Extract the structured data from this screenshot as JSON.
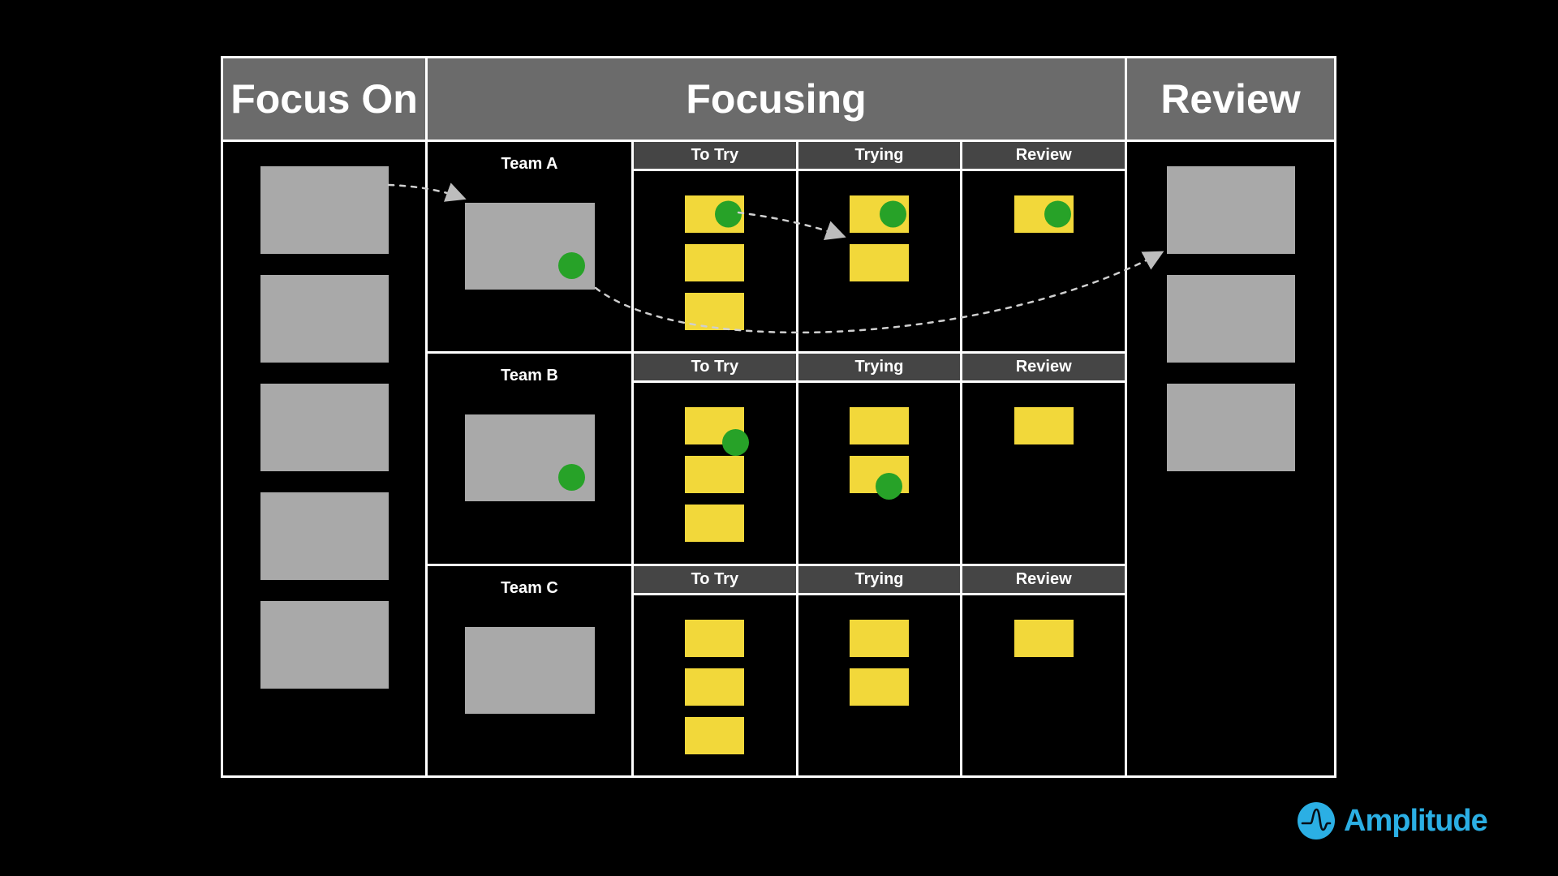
{
  "board": {
    "header": {
      "focus_on": "Focus On",
      "focusing": "Focusing",
      "review": "Review"
    },
    "focus_column": {
      "cards": [
        {},
        {},
        {},
        {},
        {}
      ]
    },
    "review_column": {
      "cards": [
        {},
        {},
        {}
      ]
    },
    "teams": [
      {
        "name": "Team A",
        "card": {
          "dot": "card-br"
        },
        "columns": [
          {
            "label": "To Try",
            "notes": [
              {
                "dot": "right"
              },
              {
                "dot": null
              },
              {
                "dot": null
              }
            ]
          },
          {
            "label": "Trying",
            "notes": [
              {
                "dot": "right"
              },
              {
                "dot": null
              }
            ]
          },
          {
            "label": "Review",
            "notes": [
              {
                "dot": "right"
              }
            ]
          }
        ]
      },
      {
        "name": "Team B",
        "card": {
          "dot": "card-br"
        },
        "columns": [
          {
            "label": "To Try",
            "notes": [
              {
                "dot": "corner"
              },
              {
                "dot": null
              },
              {
                "dot": null
              }
            ]
          },
          {
            "label": "Trying",
            "notes": [
              {
                "dot": null
              },
              {
                "dot": "bottom"
              }
            ]
          },
          {
            "label": "Review",
            "notes": [
              {
                "dot": null
              }
            ]
          }
        ]
      },
      {
        "name": "Team C",
        "card": {
          "dot": null
        },
        "columns": [
          {
            "label": "To Try",
            "notes": [
              {
                "dot": null
              },
              {
                "dot": null
              },
              {
                "dot": null
              }
            ]
          },
          {
            "label": "Trying",
            "notes": [
              {
                "dot": null
              },
              {
                "dot": null
              }
            ]
          },
          {
            "label": "Review",
            "notes": [
              {
                "dot": null
              }
            ]
          }
        ]
      }
    ]
  },
  "logo": {
    "text": "Amplitude"
  },
  "colors": {
    "header_bg": "#6b6b6b",
    "subheader_bg": "#454545",
    "card_gray": "#a9a9a9",
    "note_yellow": "#f2d83a",
    "dot_green": "#27a228",
    "arrow_gray": "#cfcfcf",
    "border_white": "#ffffff",
    "logo_cyan": "#2bafe4"
  }
}
